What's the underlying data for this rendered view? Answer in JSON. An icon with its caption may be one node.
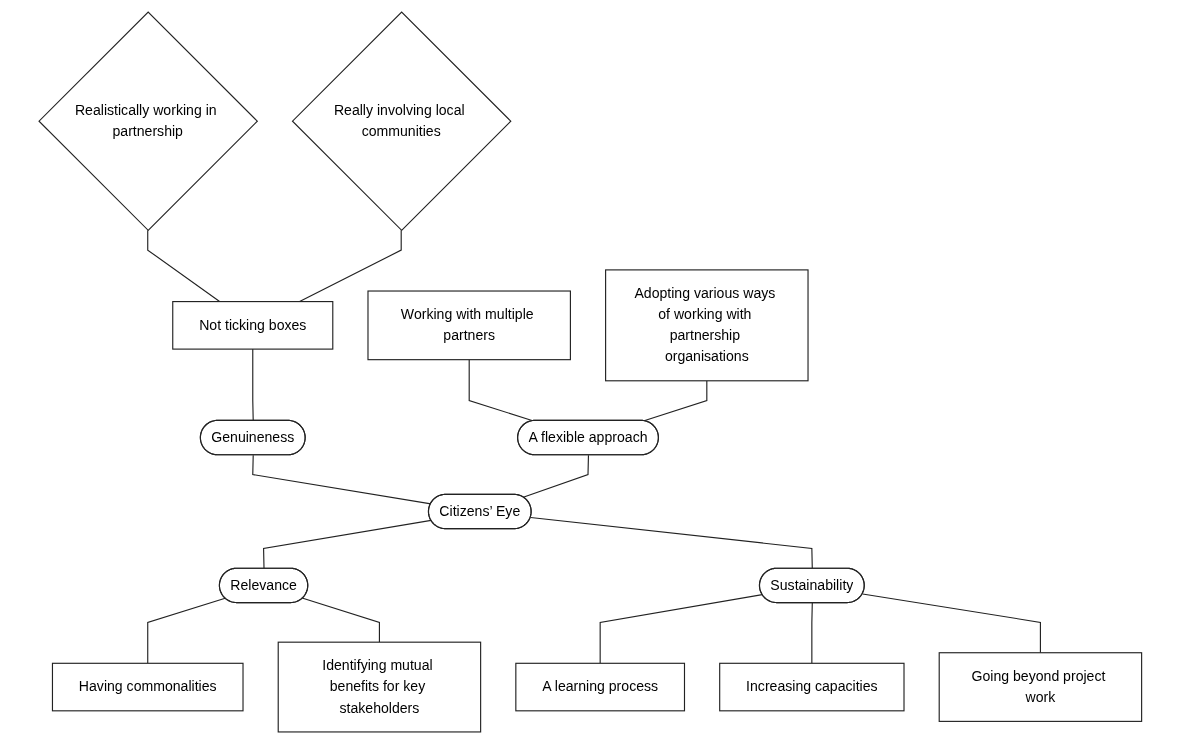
{
  "diagram": {
    "nodes": [
      {
        "text": [
          "Realistically working in partnership"
        ]
      },
      {
        "text": [
          "Really involving local communities"
        ]
      },
      {
        "text": [
          "Not ticking boxes"
        ]
      },
      {
        "text": [
          "Genuineness"
        ]
      },
      {
        "text": [
          "Working with multiple partners"
        ]
      },
      {
        "text": [
          "Having commonalities"
        ]
      },
      {
        "text": [
          "Adopting various ways of working with partnership organisations"
        ]
      },
      {
        "text": [
          "A flexible approach"
        ]
      },
      {
        "text": [
          "Citizens’ Eye"
        ]
      },
      {
        "text": [
          "Relevance"
        ]
      },
      {
        "text": [
          "Identifying mutual benefits for key stakeholders"
        ]
      },
      {
        "text": [
          "Sustainability"
        ]
      },
      {
        "text": [
          "A learning process"
        ]
      },
      {
        "text": [
          "Increasing capacities"
        ]
      },
      {
        "text": [
          "Going beyond project work"
        ]
      }
    ],
    "edges": [
      {
        "from": 0,
        "to": 2,
        "arrow": "none"
      },
      {
        "from": 1,
        "to": 2,
        "arrow": "none"
      },
      {
        "from": 2,
        "to": 3,
        "arrow": "none"
      },
      {
        "from": 3,
        "to": 8,
        "arrow": "none"
      },
      {
        "from": 4,
        "to": 7,
        "arrow": "none"
      },
      {
        "from": 6,
        "to": 7,
        "arrow": "none"
      },
      {
        "from": 7,
        "to": 8,
        "arrow": "none"
      },
      {
        "from": 8,
        "to": 9,
        "arrow": "none"
      },
      {
        "from": 9,
        "to": 5,
        "arrow": "none"
      },
      {
        "from": 9,
        "to": 10,
        "arrow": "none"
      },
      {
        "from": 8,
        "to": 11,
        "arrow": "none"
      },
      {
        "from": 11,
        "to": 12,
        "arrow": "none"
      },
      {
        "from": 11,
        "to": 13,
        "arrow": "none"
      },
      {
        "from": 11,
        "to": 14,
        "arrow": "none"
      }
    ]
  }
}
